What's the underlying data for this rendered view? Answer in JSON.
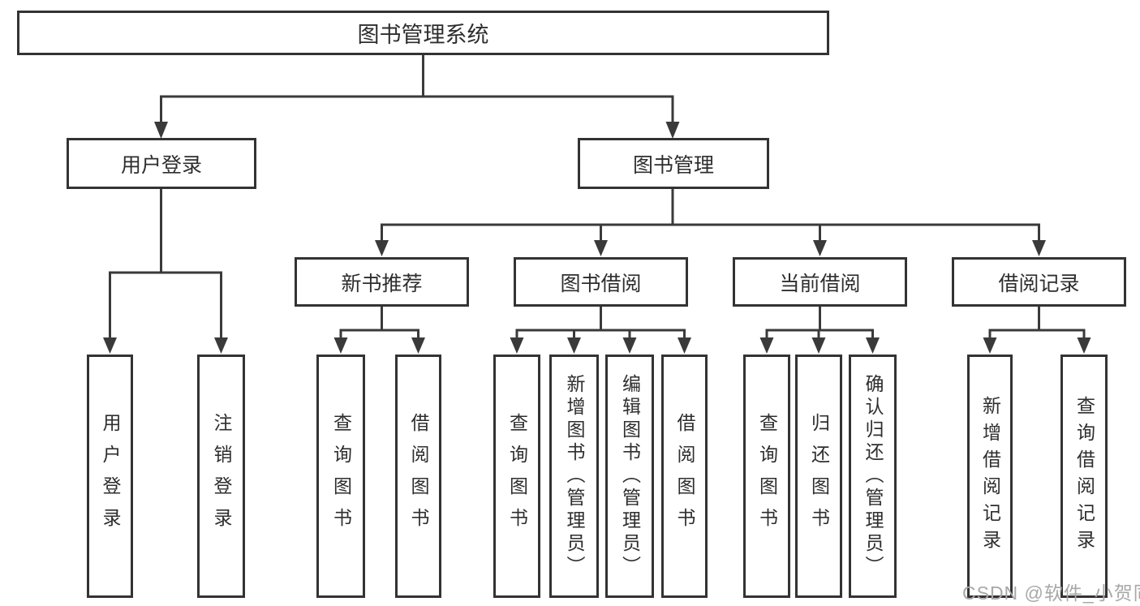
{
  "diagram": {
    "root_label": "图书管理系统",
    "branch_user": {
      "label": "用户登录",
      "children": [
        "用户登录",
        "注销登录"
      ]
    },
    "branch_books": {
      "label": "图书管理",
      "groups": [
        {
          "label": "新书推荐",
          "children": [
            "查询图书",
            "借阅图书"
          ]
        },
        {
          "label": "图书借阅",
          "children": [
            "查询图书",
            "新增图书（管理员）",
            "编辑图书（管理员）",
            "借阅图书"
          ]
        },
        {
          "label": "当前借阅",
          "children": [
            "查询图书",
            "归还图书",
            "确认归还（管理员）"
          ]
        },
        {
          "label": "借阅记录",
          "children": [
            "新增借阅记录",
            "查询借阅记录"
          ]
        }
      ]
    },
    "watermark": "CSDN @软件_小贺同学",
    "colors": {
      "line": "#3a3a3a",
      "border": "#333333",
      "text": "#2e2e2e",
      "watermark": "#a8a8a8",
      "background": "#ffffff"
    }
  }
}
